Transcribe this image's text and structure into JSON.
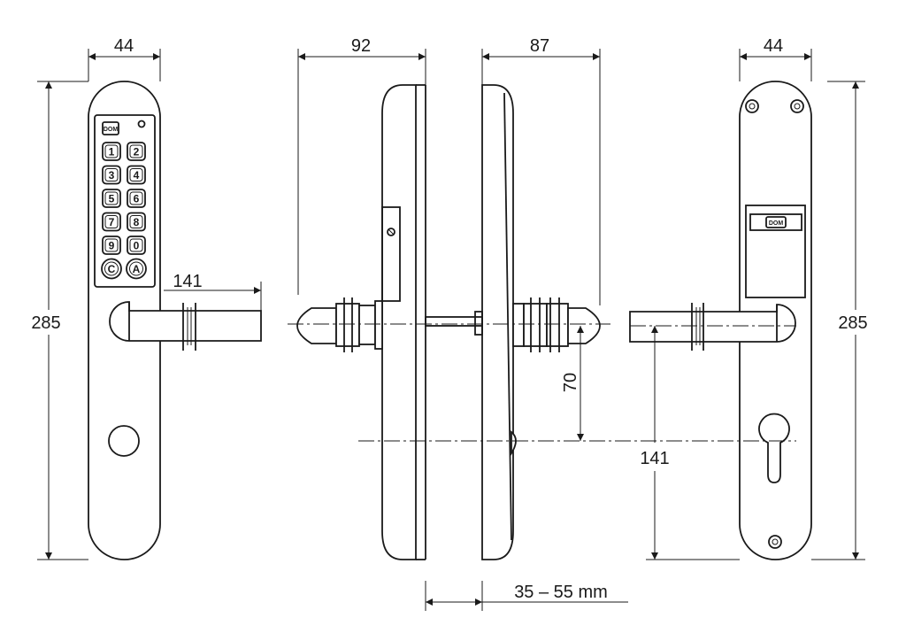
{
  "dimensions": {
    "front_width": "44",
    "front_height": "285",
    "front_handle_length": "141",
    "side_left_depth": "92",
    "side_right_depth": "87",
    "side_handle_offset": "70",
    "door_thickness": "35 – 55 mm",
    "back_width": "44",
    "back_height": "285",
    "back_handle_distance": "141"
  },
  "keypad": {
    "keys": [
      "1",
      "2",
      "3",
      "4",
      "5",
      "6",
      "7",
      "8",
      "9",
      "0",
      "C",
      "A"
    ]
  },
  "logo": {
    "text": "DOM"
  }
}
